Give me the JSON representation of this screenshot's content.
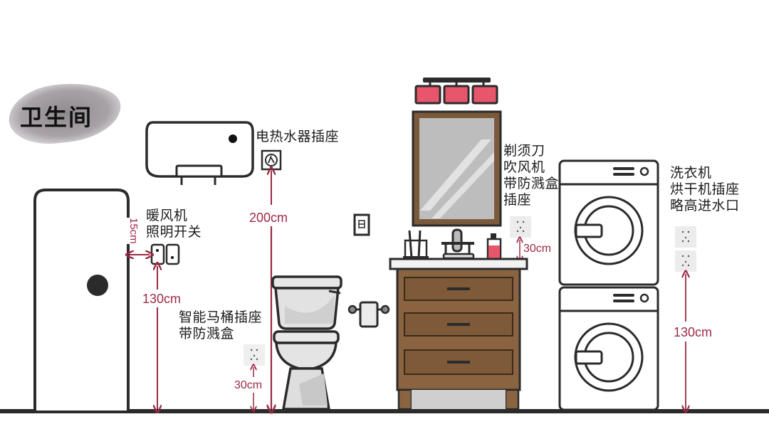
{
  "title": "卫生间",
  "labels": {
    "water_heater": "电热水器插座",
    "heater_switch": "暖风机\n照明开关",
    "toilet": "智能马桶插座\n带防溅盒",
    "mirror": "剃须刀\n吹风机\n带防溅盒\n插座",
    "washer": "洗衣机\n烘干机插座\n略高进水口"
  },
  "dimensions": {
    "switch_offset": "15cm",
    "switch_height": "130cm",
    "water_heater_height": "200cm",
    "toilet_socket_height": "30cm",
    "mirror_socket_height": "30cm",
    "washer_socket_height": "130cm"
  },
  "colors": {
    "dimension_line": "#9b2a45",
    "outline": "#2b2b2b",
    "lamp": "#e8566b",
    "wood": "#8a6440",
    "title_bg": "#9e989c"
  }
}
